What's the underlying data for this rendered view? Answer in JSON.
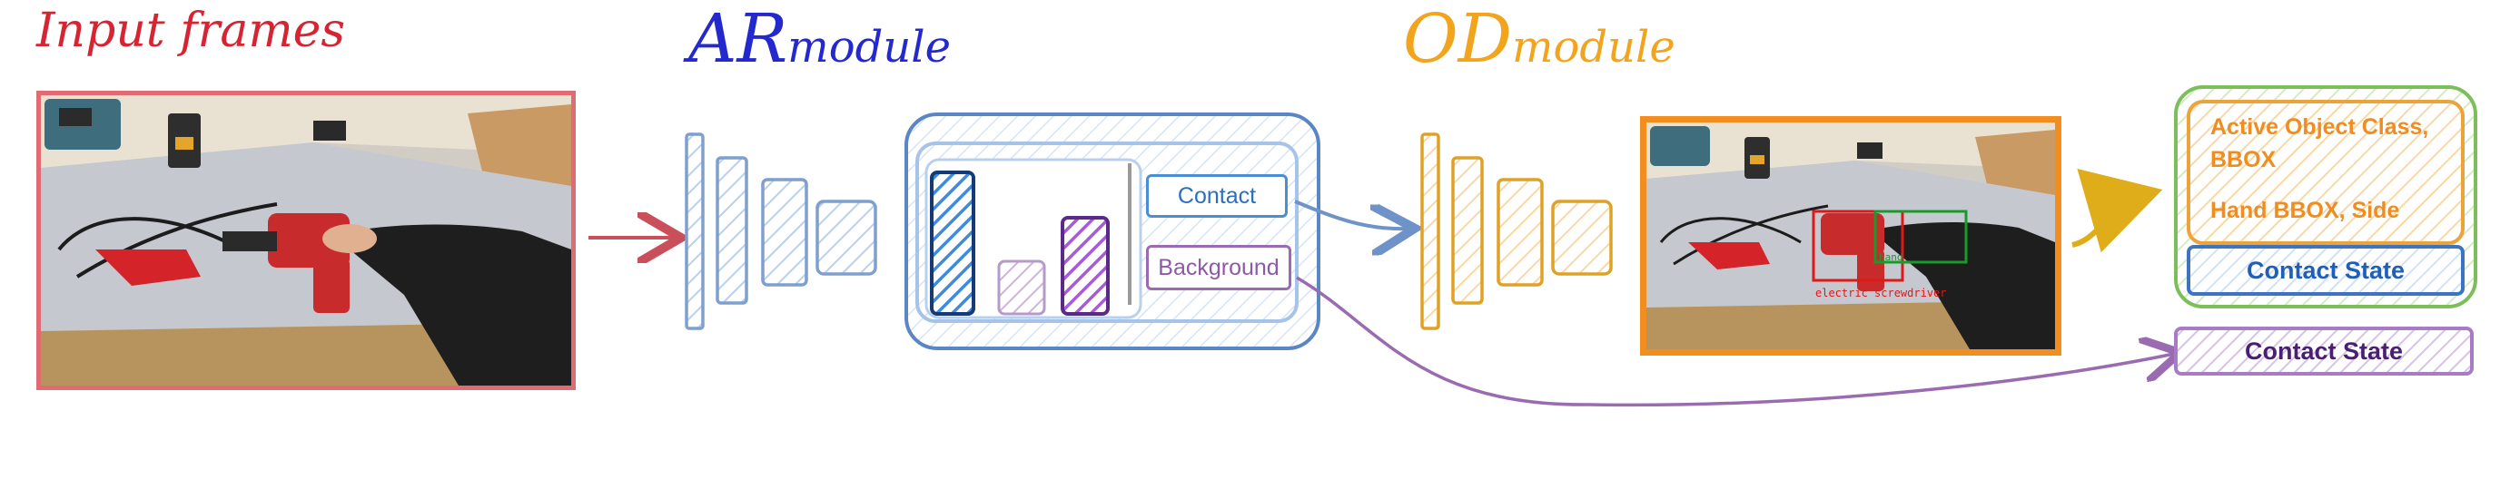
{
  "titles": {
    "input": "Input frames",
    "ar_main": "AR",
    "ar_sub": "module",
    "od_main": "OD",
    "od_sub": "module"
  },
  "ar_classifier": {
    "contact_label": "Contact",
    "background_label": "Background"
  },
  "detection": {
    "object_label": "electric screwdriver",
    "hand_label": "hand"
  },
  "outputs": {
    "line1": "Active Object Class,",
    "line2": "BBOX",
    "line3": "Hand BBOX, Side",
    "contact_state_top": "Contact State",
    "contact_state_bottom": "Contact State"
  },
  "colors": {
    "input": "#d62433",
    "ar": "#2428cf",
    "od": "#f2a41c",
    "blue": "#4a7fc0",
    "purple": "#9a6bb0",
    "green": "#7cbf5a",
    "orange": "#f08d1e"
  }
}
